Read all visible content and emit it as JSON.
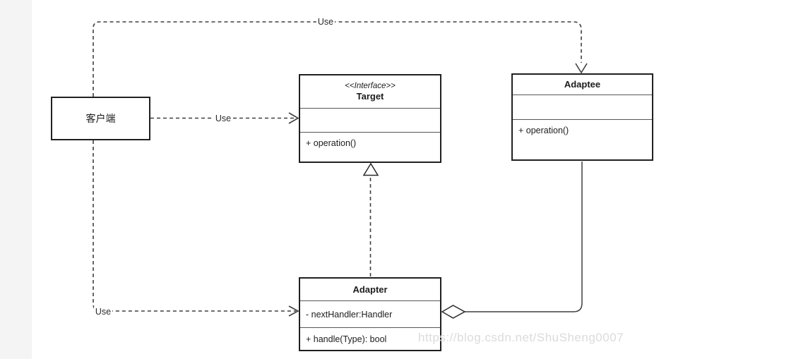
{
  "diagram": {
    "client": {
      "name": "客户端"
    },
    "target": {
      "stereotype": "<<Interface>>",
      "name": "Target",
      "method": "+ operation()"
    },
    "adaptee": {
      "name": "Adaptee",
      "method": "+ operation()"
    },
    "adapter": {
      "name": "Adapter",
      "attribute": "- nextHandler:Handler",
      "method": "+ handle(Type): bool"
    },
    "edges": {
      "client_adaptee_label": "Use",
      "client_target_label": "Use",
      "client_adapter_label": "Use"
    },
    "watermark": "https://blog.csdn.net/ShuSheng0007",
    "colors": {
      "line": "#3f3f3f",
      "box_border": "#202020",
      "divider": "#565656",
      "gutter": "#f4f4f5",
      "watermark": "#dbdbdb"
    }
  }
}
